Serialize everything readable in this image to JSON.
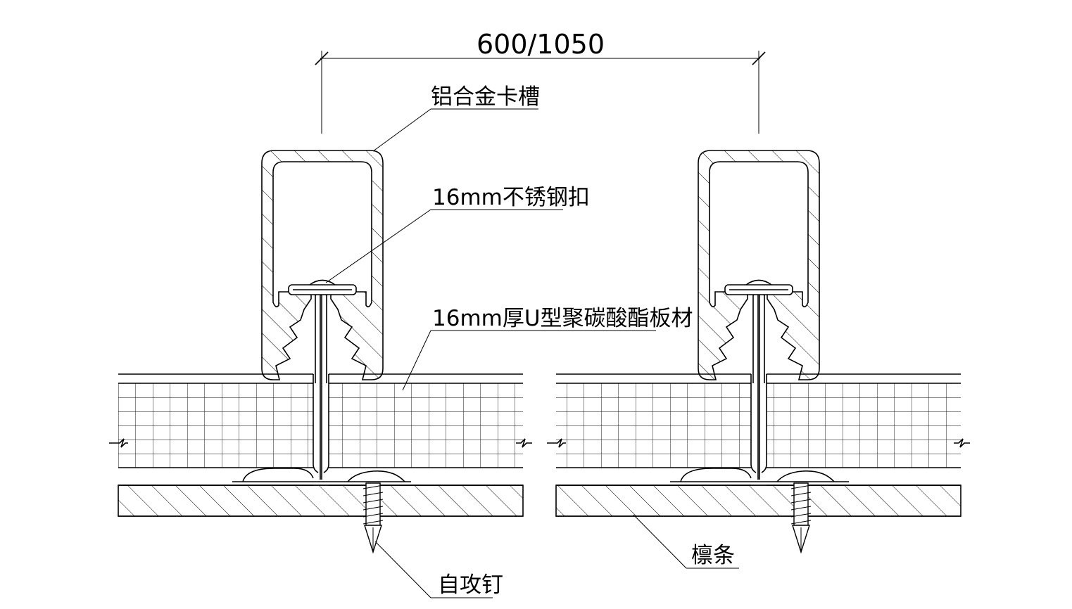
{
  "dimension": {
    "text": "600/1050"
  },
  "labels": {
    "clip_channel": "铝合金卡槽",
    "steel_buckle": "16mm不锈钢扣",
    "pc_panel": "16mm厚U型聚碳酸酯板材",
    "screw": "自攻钉",
    "purlin": "檩条"
  }
}
